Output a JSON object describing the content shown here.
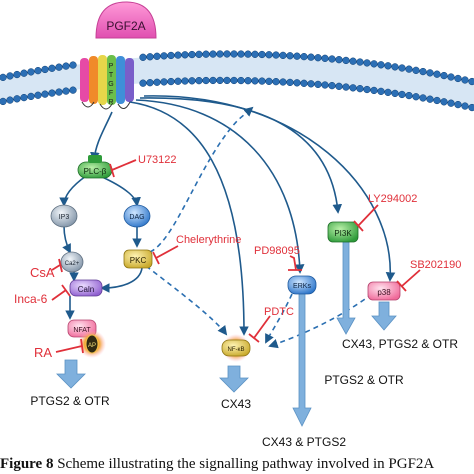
{
  "ligand": "PGF2A",
  "receptor_letters": [
    "P",
    "T",
    "G",
    "F",
    "R"
  ],
  "nodes": {
    "plc": "PLC-β",
    "ip3": "IP3",
    "dag": "DAG",
    "ca": "Ca2+",
    "pkc": "PKC",
    "caln": "Caln",
    "nfat": "NFAT",
    "ap": "AP",
    "nfkb": "NF-κB",
    "erk": "ERKs",
    "pi3k": "PI3K",
    "p38": "p38"
  },
  "inhibitors": {
    "u73122": "U73122",
    "chelerythrine": "Chelerythrine",
    "csa": "CsA",
    "inca6": "Inca-6",
    "ra": "RA",
    "pd98095": "PD98095",
    "pdtc": "PDTC",
    "ly294002": "LY294002",
    "sb202190": "SB202190"
  },
  "outputs": {
    "nfat": "PTGS2 & OTR",
    "nfkb": "CX43",
    "erk": "CX43 & PTGS2",
    "pi3k": "PTGS2 & OTR",
    "p38": "CX43, PTGS2 & OTR"
  },
  "caption": {
    "label": "Figure 8",
    "text": "Scheme illustrating the signalling pathway involved in PGF2A"
  },
  "colors": {
    "inhibitor": "#e0303a",
    "arrow": "#1f5a8c",
    "big_arrow": "#7fb0dd",
    "node_green": "#2e9b3a",
    "node_blue": "#2b74c9",
    "node_yellow": "#d6c04a",
    "node_purple": "#8f5fcf",
    "ligand": "#f065c3",
    "membrane_head": "#2c6fb5"
  }
}
